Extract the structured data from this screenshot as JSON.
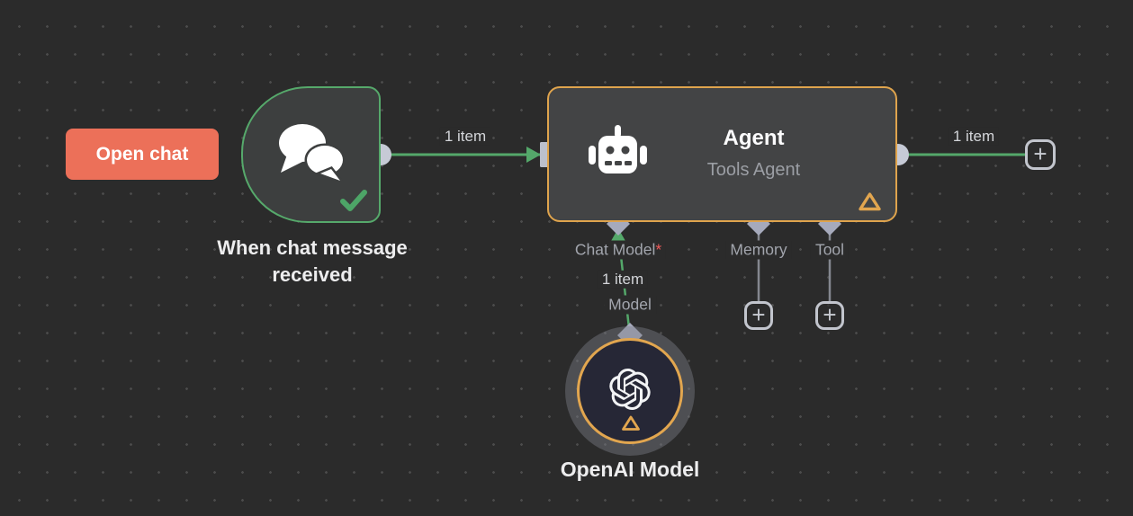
{
  "canvas": {
    "kind": "workflow-editor",
    "background": "#2b2b2b",
    "dot_color": "#4b4b4b"
  },
  "palette": {
    "connection_green": "#54a86a",
    "node_border_orange": "#dfa44d",
    "button_coral": "#ec7059",
    "connector_gray": "#c6cad6",
    "diamond_gray": "#a6aabc",
    "stub_line_gray": "#84878f",
    "label_gray": "#a2a5ad",
    "item_label_gray": "#d3d5d9",
    "required_red": "#ef5a5a",
    "openai_fill": "#262736"
  },
  "open_chat_button": {
    "label": "Open chat"
  },
  "trigger_node": {
    "label": "When chat message received",
    "icon": "chat-bubbles",
    "status": "success-check"
  },
  "agent_node": {
    "title": "Agent",
    "subtitle": "Tools Agent",
    "icon": "robot",
    "status": "warning-triangle",
    "ports": [
      {
        "label": "Chat Model",
        "required_mark": "*"
      },
      {
        "label": "Memory",
        "required_mark": ""
      },
      {
        "label": "Tool",
        "required_mark": ""
      }
    ]
  },
  "openai_node": {
    "label": "OpenAI Model",
    "icon": "openai-logo",
    "status": "warning-triangle",
    "port_label": "Model"
  },
  "connections": {
    "trigger_to_agent": {
      "label": "1 item"
    },
    "agent_output": {
      "label": "1 item"
    },
    "model_to_agent": {
      "label": "1 item"
    }
  },
  "ui": {
    "plus": "+"
  }
}
